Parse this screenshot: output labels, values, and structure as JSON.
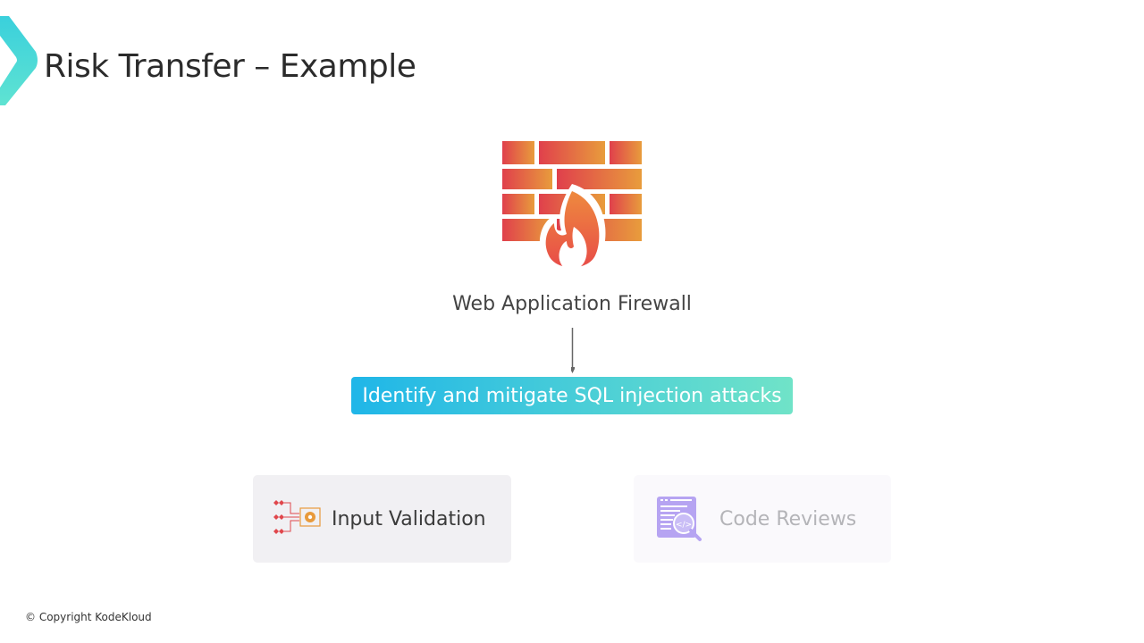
{
  "slide": {
    "title": "Risk Transfer – Example",
    "waf_label": "Web Application Firewall",
    "banner_text": "Identify and mitigate SQL injection attacks",
    "cards": [
      {
        "label": "Input Validation",
        "icon": "input-validation-icon"
      },
      {
        "label": "Code Reviews",
        "icon": "code-review-icon"
      }
    ],
    "footer": "© Copyright KodeKloud"
  },
  "colors": {
    "accent": "#1fb6e8",
    "accent2": "#70e3c8",
    "firewall_red": "#e0474c",
    "firewall_orange": "#e89a3c",
    "code_review_purple": "#b6a4f2"
  }
}
